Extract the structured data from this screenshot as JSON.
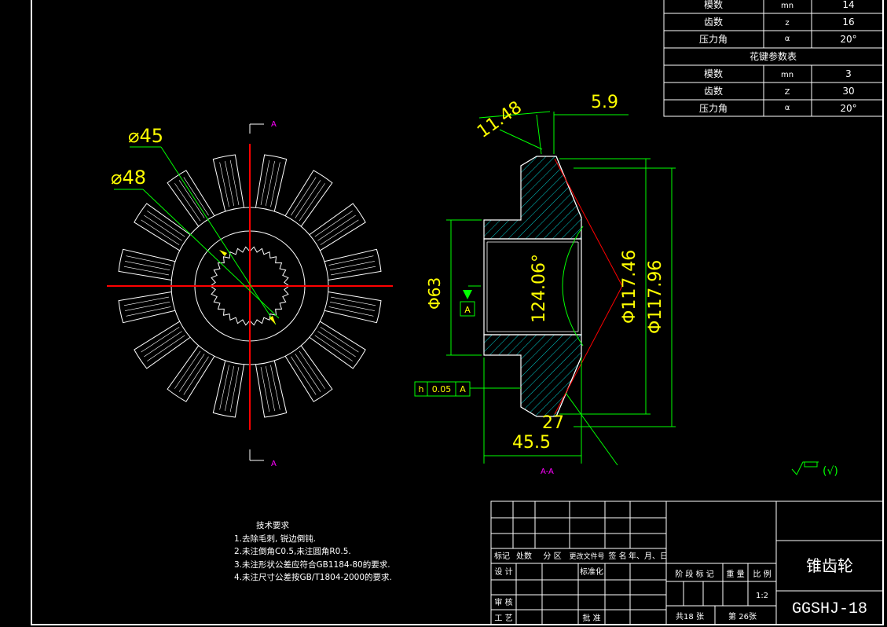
{
  "param_table": {
    "rows": [
      {
        "name": "模数",
        "symbol": "mn",
        "value": "14"
      },
      {
        "name": "齿数",
        "symbol": "z",
        "value": "16"
      },
      {
        "name": "压力角",
        "symbol": "α",
        "value": "20°"
      }
    ],
    "spline_title": "花键参数表",
    "spline_rows": [
      {
        "name": "模数",
        "symbol": "mn",
        "value": "3"
      },
      {
        "name": "齿数",
        "symbol": "Z",
        "value": "30"
      },
      {
        "name": "压力角",
        "symbol": "α",
        "value": "20°"
      }
    ]
  },
  "front_view": {
    "dim_d45": "⌀45",
    "dim_d48": "⌀48",
    "section_mark_top": "A",
    "section_mark_bottom": "A"
  },
  "section_view": {
    "dim_1148": "11.48",
    "dim_59": "5.9",
    "dim_d63": "Φ63",
    "dim_angle": "124.06°",
    "dim_d11746": "Φ117.46",
    "dim_d11796": "Φ117.96",
    "dim_27": "27",
    "dim_455": "45.5",
    "datum": "A",
    "tol_symbol": "h",
    "tol_value": "0.05",
    "tol_datum": "A",
    "section_label": "A-A"
  },
  "roughness": "(√)",
  "tech_req": {
    "title": "技术要求",
    "items": [
      "1.去除毛刺, 锐边倒钝.",
      "2.未注倒角C0.5,未注圆角R0.5.",
      "3.未注形状公差应符合GB1184-80的要求.",
      "4.未注尺寸公差按GB/T1804-2000的要求."
    ]
  },
  "title_block": {
    "rev_headers": [
      "标记",
      "处数",
      "分 区",
      "更改文件号",
      "签 名",
      "年、月、日"
    ],
    "design": "设 计",
    "standardize": "标准化",
    "review": "审 核",
    "process": "工 艺",
    "approve": "批 准",
    "stage_headers": [
      "阶 段 标 记",
      "重 量",
      "比 例"
    ],
    "scale": "1:2",
    "sheets": "共18 张",
    "sheet_no": "第   26张",
    "part_name": "锥齿轮",
    "drawing_no": "GGSHJ-18"
  },
  "colors": {
    "frame": "#ffffff",
    "centerline": "#ff0000",
    "dimension": "#00ff00",
    "dim_text": "#ffff00",
    "hatch": "#00ffff",
    "section_label": "#ff00ff"
  }
}
